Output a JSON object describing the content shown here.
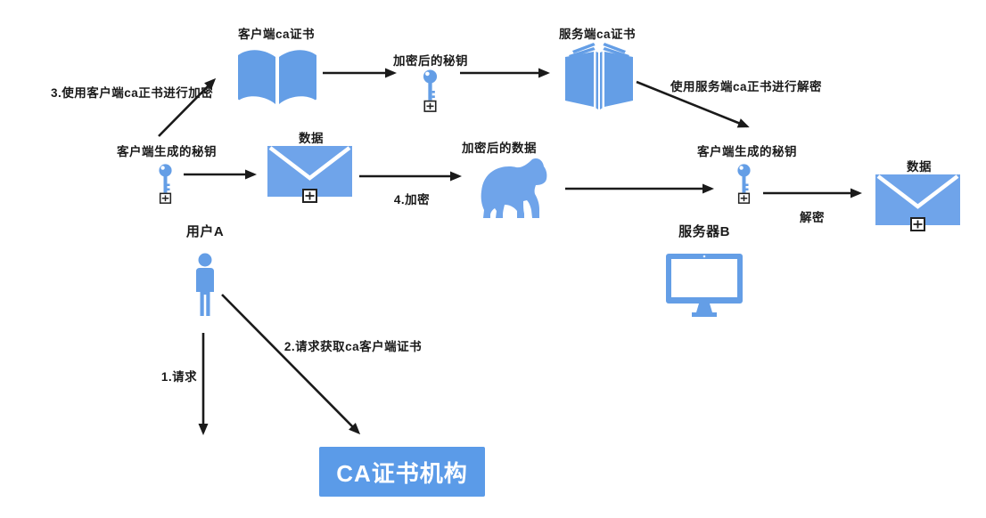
{
  "diagram": {
    "colors": {
      "icon_blue": "#649ee6",
      "icon_blue_light": "#6fa4ea",
      "arrow_black": "#1a1a1a",
      "ca_box_blue": "#5b9be8",
      "ca_box_text": "#ffffff"
    },
    "nodes": {
      "client_ca_cert": {
        "label": "客户端ca证书",
        "icon": "open-book-icon"
      },
      "encrypted_key": {
        "label": "加密后的秘钥",
        "icon": "key-icon"
      },
      "server_ca_cert": {
        "label": "服务端ca证书",
        "icon": "standing-book-icon"
      },
      "client_key_left": {
        "label": "客户端生成的秘钥",
        "icon": "key-icon"
      },
      "data_left": {
        "label": "数据",
        "icon": "envelope-icon"
      },
      "encrypted_data": {
        "label": "加密后的数据",
        "icon": "gorilla-icon"
      },
      "client_key_right": {
        "label": "客户端生成的秘钥",
        "icon": "key-icon"
      },
      "data_right": {
        "label": "数据",
        "icon": "envelope-icon"
      },
      "user_a": {
        "label": "用户A",
        "icon": "person-icon"
      },
      "server_b": {
        "label": "服务器B",
        "icon": "monitor-icon"
      },
      "ca_authority": {
        "label": "CA证书机构"
      }
    },
    "edges": {
      "step1": "1.请求",
      "step2": "2.请求获取ca客户端证书",
      "step3": "3.使用客户端ca正书进行加密",
      "step4": "4.加密",
      "decrypt_with_server_cert": "使用服务端ca正书进行解密",
      "decrypt": "解密"
    }
  }
}
